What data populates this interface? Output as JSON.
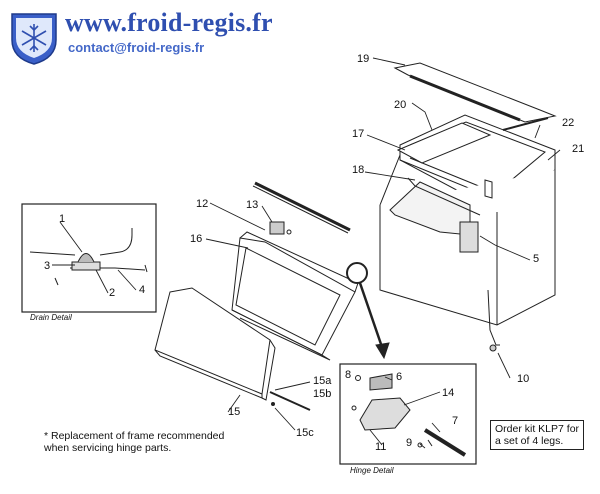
{
  "header": {
    "site_url": "www.froid-regis.fr",
    "contact": "contact@froid-regis.fr"
  },
  "diagram": {
    "callouts": {
      "c1": "1",
      "c2": "2",
      "c3": "3",
      "c4": "4",
      "c5": "5",
      "c6": "6",
      "c7": "7",
      "c8": "8",
      "c9": "9",
      "c10": "10",
      "c11": "11",
      "c12": "12",
      "c13": "13",
      "c14": "14",
      "c15": "15",
      "c15a": "15a",
      "c15b": "15b",
      "c15c": "15c",
      "c16": "16",
      "c17": "17",
      "c18": "18",
      "c19": "19",
      "c20": "20",
      "c21": "21",
      "c22": "22"
    },
    "captions": {
      "drain_detail": "Drain Detail",
      "hinge_detail": "Hinge Detail"
    },
    "notes": {
      "frame_note_line1": "* Replacement of frame recommended",
      "frame_note_line2": "when servicing hinge parts.",
      "legs_note_line1": "Order kit KLP7 for",
      "legs_note_line2": "a set of 4 legs."
    }
  },
  "colors": {
    "url_blue": "#2f4fb0",
    "contact_blue": "#4468c8",
    "line": "#222222"
  }
}
